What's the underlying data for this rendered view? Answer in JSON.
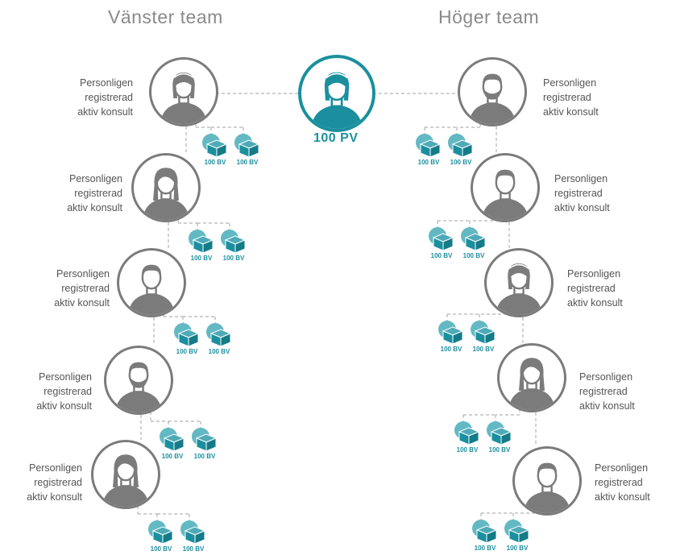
{
  "teams": {
    "left_title": "Vänster team",
    "right_title": "Höger team"
  },
  "center": {
    "pv_label": "100 PV",
    "avatar": "woman-avatar-icon",
    "color": "#1b8f9e"
  },
  "colors": {
    "avatar_gray": "#7b7b7b",
    "accent": "#1b8f9e",
    "dot": "#63b9c3",
    "text": "#555555",
    "title": "#8a8a8a"
  },
  "left_nodes": [
    {
      "label_lines": [
        "Personligen",
        "registrerad",
        "aktiv konsult"
      ],
      "avatar": "woman-avatar-icon",
      "bv": [
        "100 BV",
        "100 BV"
      ]
    },
    {
      "label_lines": [
        "Personligen",
        "registrerad",
        "aktiv konsult"
      ],
      "avatar": "woman-long-hair-avatar-icon",
      "bv": [
        "100 BV",
        "100 BV"
      ]
    },
    {
      "label_lines": [
        "Personligen",
        "registrerad",
        "aktiv konsult"
      ],
      "avatar": "man-avatar-icon",
      "bv": [
        "100 BV",
        "100 BV"
      ]
    },
    {
      "label_lines": [
        "Personligen",
        "registrerad",
        "aktiv konsult"
      ],
      "avatar": "bearded-man-avatar-icon",
      "bv": [
        "100 BV",
        "100 BV"
      ]
    },
    {
      "label_lines": [
        "Personligen",
        "registrerad",
        "aktiv konsult"
      ],
      "avatar": "woman-long-hair-avatar-icon",
      "bv": [
        "100 BV",
        "100 BV"
      ]
    }
  ],
  "right_nodes": [
    {
      "label_lines": [
        "Personligen",
        "registrerad",
        "aktiv konsult"
      ],
      "avatar": "bearded-man-avatar-icon",
      "bv": [
        "100 BV",
        "100 BV"
      ]
    },
    {
      "label_lines": [
        "Personligen",
        "registrerad",
        "aktiv konsult"
      ],
      "avatar": "man-avatar-icon",
      "bv": [
        "100 BV",
        "100 BV"
      ]
    },
    {
      "label_lines": [
        "Personligen",
        "registrerad",
        "aktiv konsult"
      ],
      "avatar": "woman-avatar-icon",
      "bv": [
        "100 BV",
        "100 BV"
      ]
    },
    {
      "label_lines": [
        "Personligen",
        "registrerad",
        "aktiv konsult"
      ],
      "avatar": "woman-long-hair-avatar-icon",
      "bv": [
        "100 BV",
        "100 BV"
      ]
    },
    {
      "label_lines": [
        "Personligen",
        "registrerad",
        "aktiv konsult"
      ],
      "avatar": "man-avatar-icon",
      "bv": [
        "100 BV",
        "100 BV"
      ]
    }
  ]
}
